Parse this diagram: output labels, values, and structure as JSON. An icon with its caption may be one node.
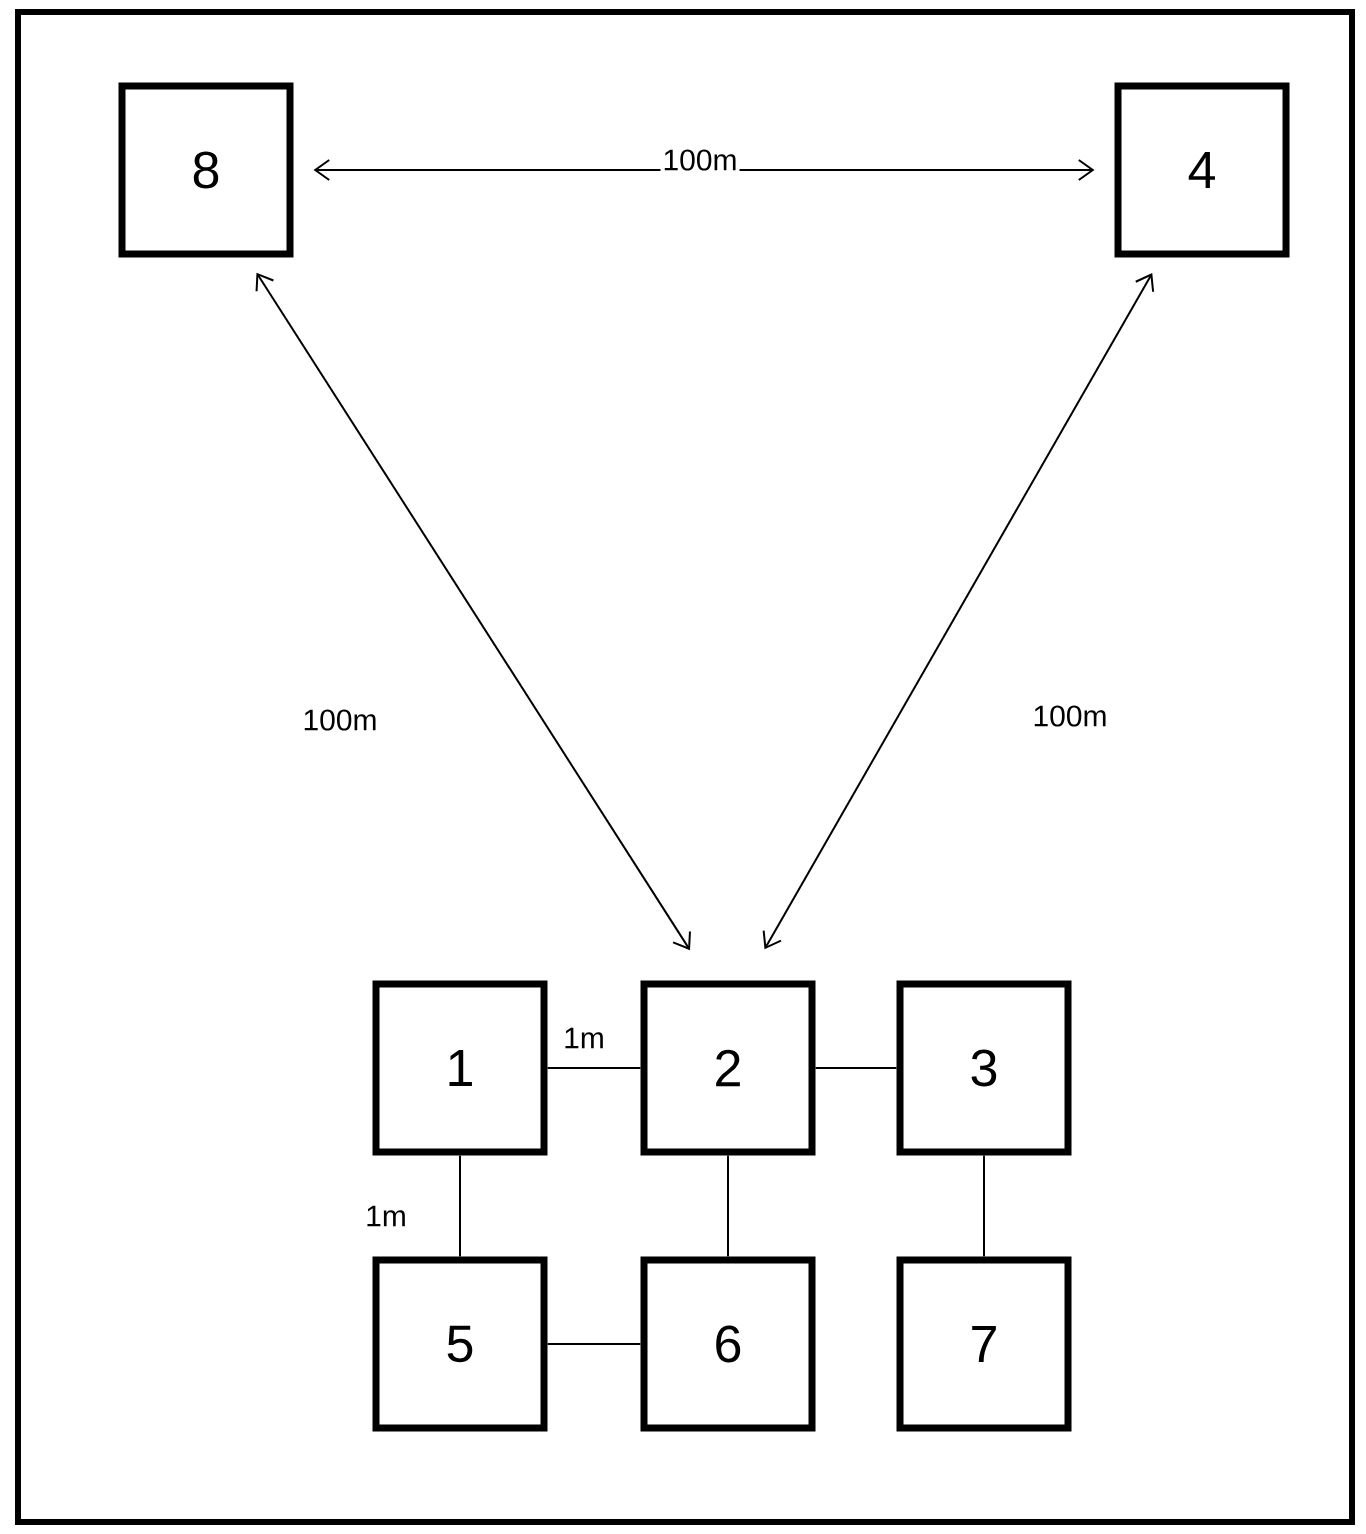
{
  "diagram": {
    "nodes": [
      {
        "text": [
          "8"
        ]
      },
      {
        "text": [
          "4"
        ]
      },
      {
        "text": [
          "1"
        ]
      },
      {
        "text": [
          "2"
        ]
      },
      {
        "text": [
          "3"
        ]
      },
      {
        "text": [
          "5"
        ]
      },
      {
        "text": [
          "6"
        ]
      },
      {
        "text": [
          "7"
        ]
      }
    ],
    "edges": [
      {
        "from": 0,
        "to": 1,
        "arrow": "both",
        "label": "100m"
      },
      {
        "from": 0,
        "to": 3,
        "arrow": "both",
        "label": "100m"
      },
      {
        "from": 1,
        "to": 3,
        "arrow": "both",
        "label": "100m"
      },
      {
        "from": 2,
        "to": 3,
        "arrow": "none",
        "label": "1m"
      },
      {
        "from": 3,
        "to": 4,
        "arrow": "none"
      },
      {
        "from": 2,
        "to": 5,
        "arrow": "none",
        "label": "1m"
      },
      {
        "from": 3,
        "to": 6,
        "arrow": "none"
      },
      {
        "from": 5,
        "to": 6,
        "arrow": "none"
      },
      {
        "from": 4,
        "to": 7,
        "arrow": "none"
      }
    ]
  }
}
